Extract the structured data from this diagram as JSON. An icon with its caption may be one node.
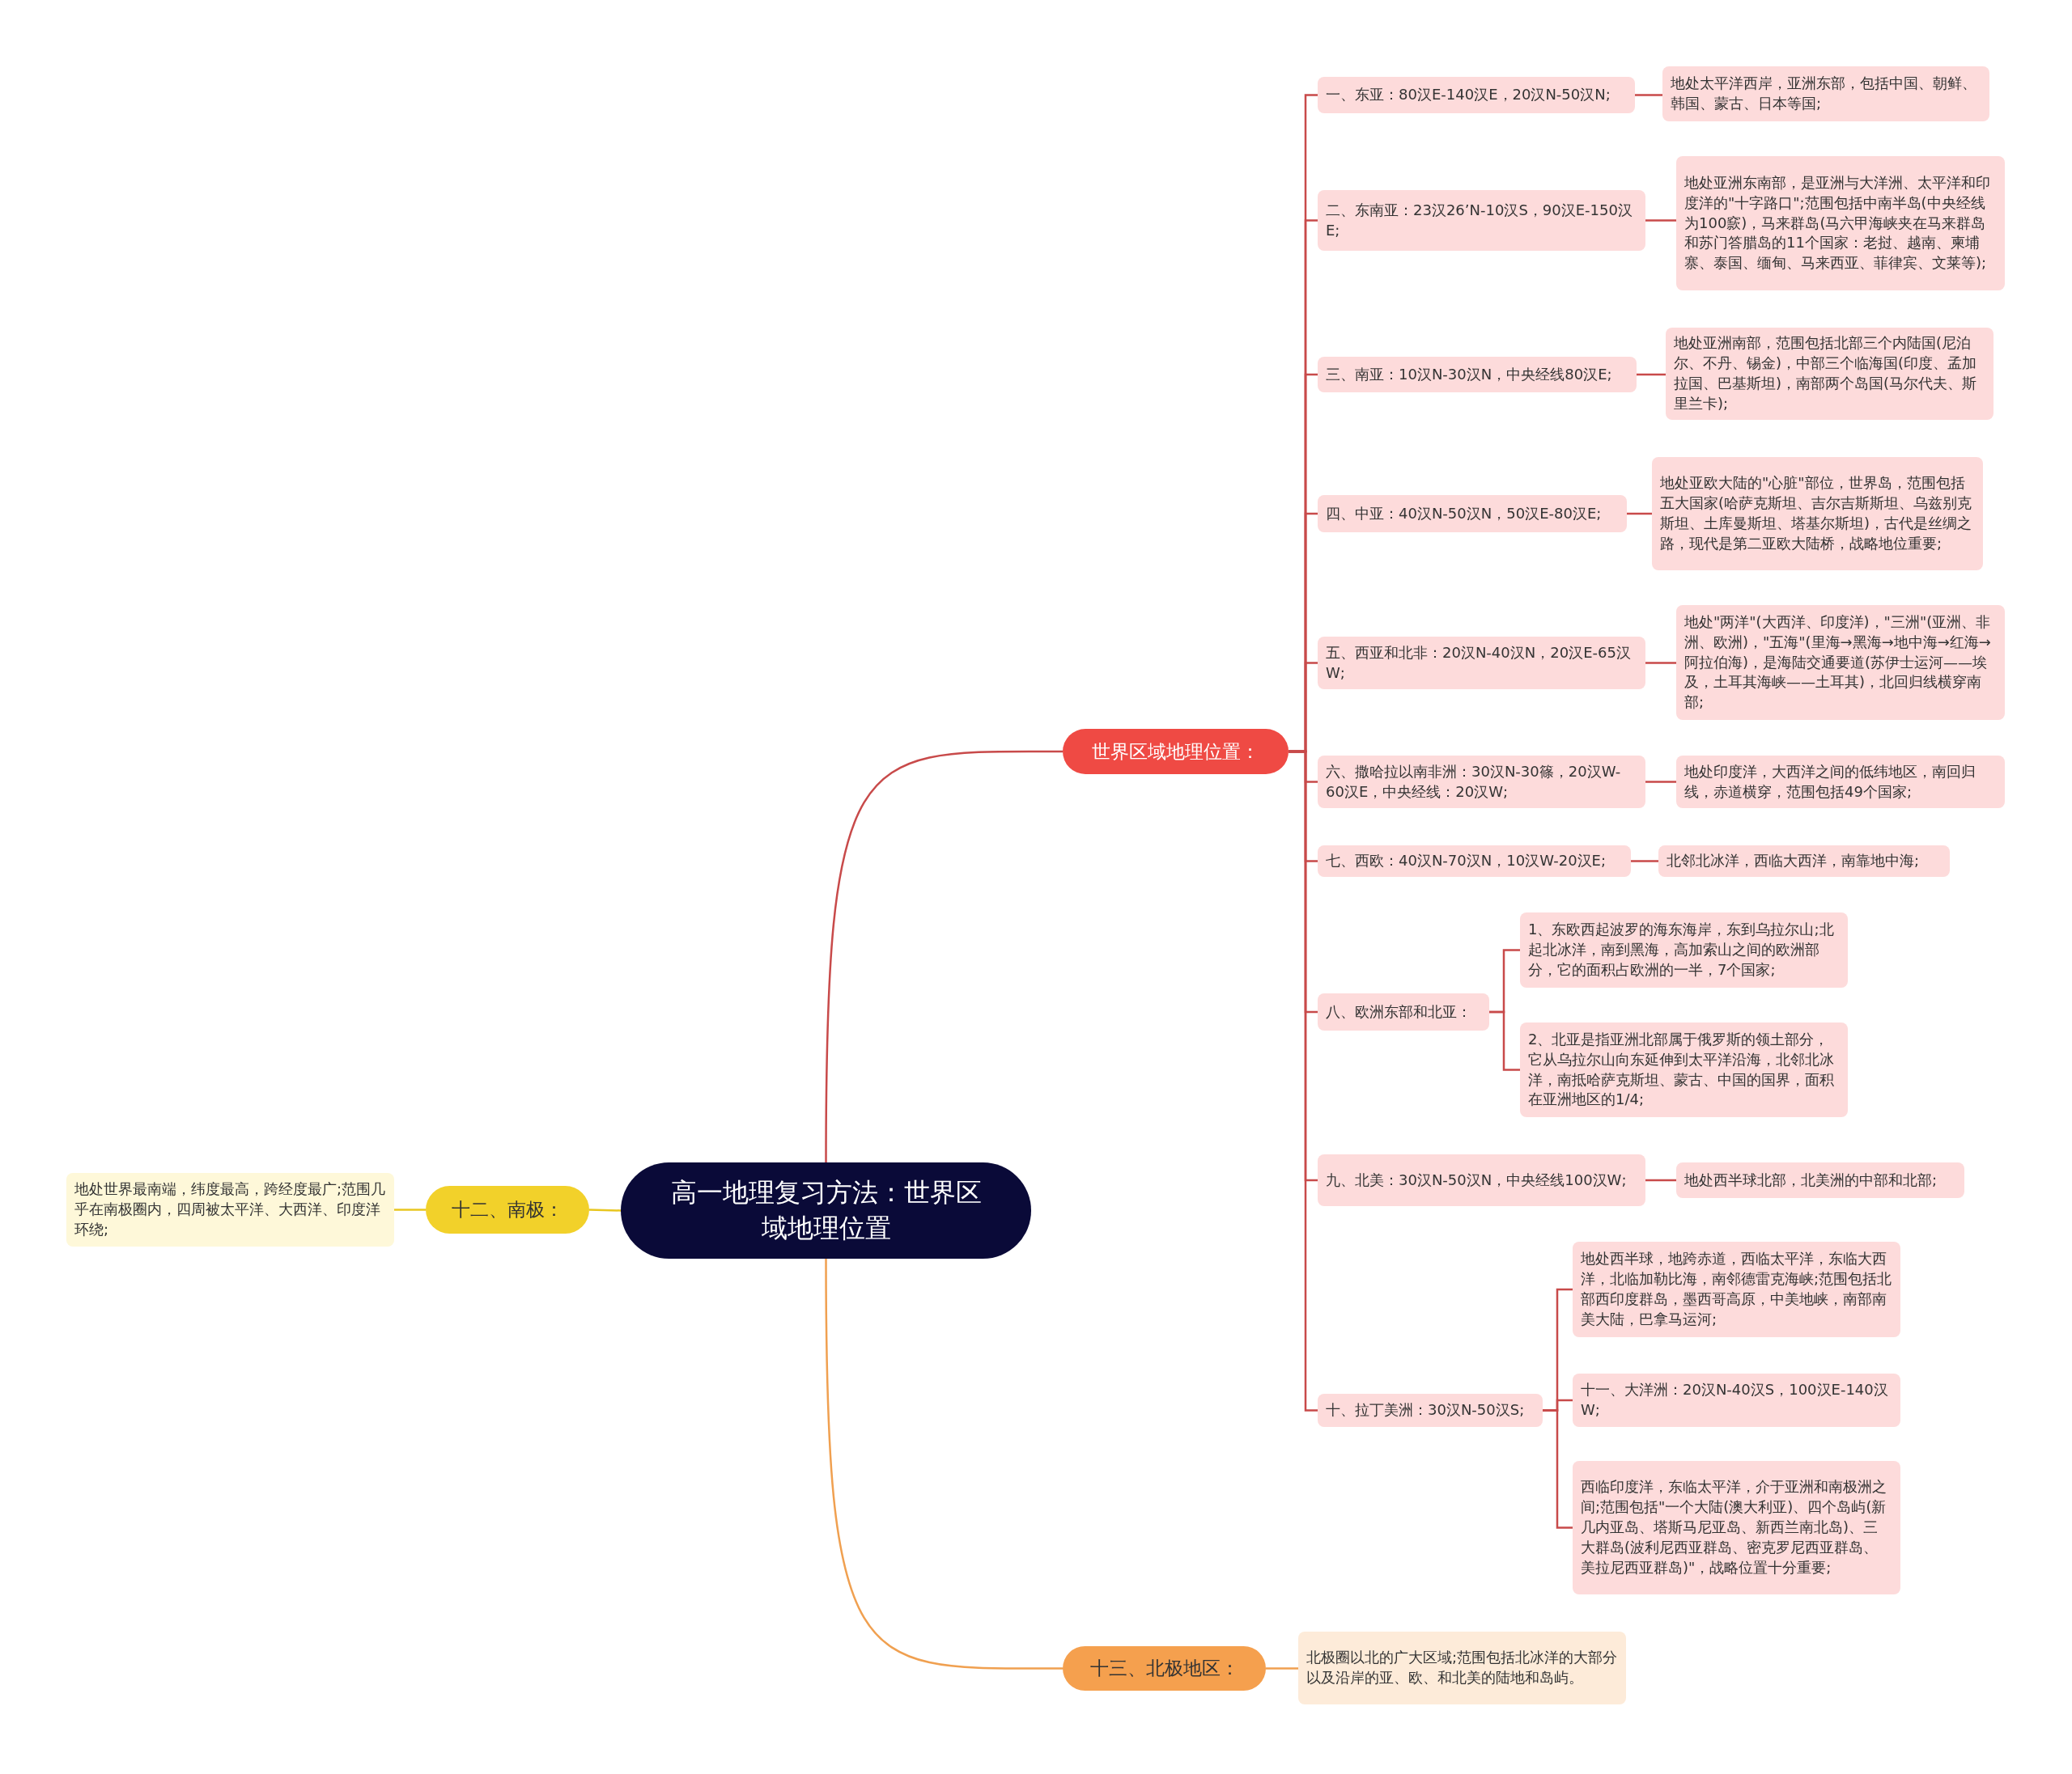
{
  "diagram": {
    "nodes": [
      {
        "text": [
          "高一地理复习方法：世界区域地理位置"
        ]
      },
      {
        "text": [
          "世界区域地理位置："
        ]
      },
      {
        "text": [
          "一、东亚：80汉E-140汉E，20汉N-50汉N;"
        ]
      },
      {
        "text": [
          "地处太平洋西岸，亚洲东部，包括中国、朝鲜、韩国、蒙古、日本等国;"
        ]
      },
      {
        "text": [
          "二、东南亚：23汉26’N-10汉S，90汉E-150汉E;"
        ]
      },
      {
        "text": [
          "地处亚洲东南部，是亚洲与大洋洲、太平洋和印度洋的\"十字路口\";范围包括中南半岛(中央经线为100窾)，马来群岛(马六甲海峡夹在马来群岛和苏门答腊岛的11个国家：老挝、越南、柬埔寨、泰国、缅甸、马来西亚、菲律宾、文莱等);"
        ]
      },
      {
        "text": [
          "三、南亚：10汉N-30汉N，中央经线80汉E;"
        ]
      },
      {
        "text": [
          "地处亚洲南部，范围包括北部三个内陆国(尼泊尔、不丹、锡金)，中部三个临海国(印度、孟加拉国、巴基斯坦)，南部两个岛国(马尔代夫、斯里兰卡);"
        ]
      },
      {
        "text": [
          "四、中亚：40汉N-50汉N，50汉E-80汉E;"
        ]
      },
      {
        "text": [
          "地处亚欧大陆的\"心脏\"部位，世界岛，范围包括五大国家(哈萨克斯坦、吉尔吉斯斯坦、乌兹别克斯坦、土库曼斯坦、塔基尔斯坦)，古代是丝绸之路，现代是第二亚欧大陆桥，战略地位重要;"
        ]
      },
      {
        "text": [
          "五、西亚和北非：20汉N-40汉N，20汉E-65汉W;"
        ]
      },
      {
        "text": [
          "地处\"两洋\"(大西洋、印度洋)，\"三洲\"(亚洲、非洲、欧洲)，\"五海\"(里海→黑海→地中海→红海→阿拉伯海)，是海陆交通要道(苏伊士运河——埃及，土耳其海峡——土耳其)，北回归线横穿南部;"
        ]
      },
      {
        "text": [
          "六、撒哈拉以南非洲：30汉N-30篠，20汉W-60汉E，中央经线：20汉W;"
        ]
      },
      {
        "text": [
          "地处印度洋，大西洋之间的低纬地区，南回归线，赤道横穿，范围包括49个国家;"
        ]
      },
      {
        "text": [
          "七、西欧：40汉N-70汉N，10汉W-20汉E;"
        ]
      },
      {
        "text": [
          "北邻北冰洋，西临大西洋，南靠地中海;"
        ]
      },
      {
        "text": [
          "八、欧洲东部和北亚："
        ]
      },
      {
        "text": [
          "1、东欧西起波罗的海东海岸，东到乌拉尔山;北起北冰洋，南到黑海，高加索山之间的欧洲部分，它的面积占欧洲的一半，7个国家;"
        ]
      },
      {
        "text": [
          "2、北亚是指亚洲北部属于俄罗斯的领土部分，它从乌拉尔山向东延伸到太平洋沿海，北邻北冰洋，南抵哈萨克斯坦、蒙古、中国的国界，面积在亚洲地区的1/4;"
        ]
      },
      {
        "text": [
          "九、北美：30汉N-50汉N，中央经线100汉W;"
        ]
      },
      {
        "text": [
          "地处西半球北部，北美洲的中部和北部;"
        ]
      },
      {
        "text": [
          "十、拉丁美洲：30汉N-50汉S;"
        ]
      },
      {
        "text": [
          "地处西半球，地跨赤道，西临太平洋，东临大西洋，北临加勒比海，南邻德雷克海峡;范围包括北部西印度群岛，墨西哥高原，中美地峡，南部南美大陆，巴拿马运河;"
        ]
      },
      {
        "text": [
          "十一、大洋洲：20汉N-40汉S，100汉E-140汉W;"
        ]
      },
      {
        "text": [
          "西临印度洋，东临太平洋，介于亚洲和南极洲之间;范围包括\"一个大陆(澳大利亚)、四个岛屿(新几内亚岛、塔斯马尼亚岛、新西兰南北岛)、三大群岛(波利尼西亚群岛、密克罗尼西亚群岛、美拉尼西亚群岛)\"，战略位置十分重要;"
        ]
      },
      {
        "text": [
          "十二、南极："
        ]
      },
      {
        "text": [
          "地处世界最南端，纬度最高，跨经度最广;范围几乎在南极圈内，四周被太平洋、大西洋、印度洋环绕;"
        ]
      },
      {
        "text": [
          "十三、北极地区："
        ]
      },
      {
        "text": [
          "北极圈以北的广大区域;范围包括北冰洋的大部分以及沿岸的亚、欧、和北美的陆地和岛屿。"
        ]
      }
    ],
    "edges": [
      {
        "from": 0,
        "to": 1,
        "arrow": "none"
      },
      {
        "from": 1,
        "to": 2,
        "arrow": "none"
      },
      {
        "from": 2,
        "to": 3,
        "arrow": "none"
      },
      {
        "from": 1,
        "to": 4,
        "arrow": "none"
      },
      {
        "from": 4,
        "to": 5,
        "arrow": "none"
      },
      {
        "from": 1,
        "to": 6,
        "arrow": "none"
      },
      {
        "from": 6,
        "to": 7,
        "arrow": "none"
      },
      {
        "from": 1,
        "to": 8,
        "arrow": "none"
      },
      {
        "from": 8,
        "to": 9,
        "arrow": "none"
      },
      {
        "from": 1,
        "to": 10,
        "arrow": "none"
      },
      {
        "from": 10,
        "to": 11,
        "arrow": "none"
      },
      {
        "from": 1,
        "to": 12,
        "arrow": "none"
      },
      {
        "from": 12,
        "to": 13,
        "arrow": "none"
      },
      {
        "from": 1,
        "to": 14,
        "arrow": "none"
      },
      {
        "from": 14,
        "to": 15,
        "arrow": "none"
      },
      {
        "from": 1,
        "to": 16,
        "arrow": "none"
      },
      {
        "from": 16,
        "to": 17,
        "arrow": "none"
      },
      {
        "from": 16,
        "to": 18,
        "arrow": "none"
      },
      {
        "from": 1,
        "to": 19,
        "arrow": "none"
      },
      {
        "from": 19,
        "to": 20,
        "arrow": "none"
      },
      {
        "from": 1,
        "to": 21,
        "arrow": "none"
      },
      {
        "from": 21,
        "to": 22,
        "arrow": "none"
      },
      {
        "from": 21,
        "to": 23,
        "arrow": "none"
      },
      {
        "from": 21,
        "to": 24,
        "arrow": "none"
      },
      {
        "from": 0,
        "to": 25,
        "arrow": "none",
        "color": "#e8c620"
      },
      {
        "from": 25,
        "to": 26,
        "arrow": "none",
        "color": "#e8c620"
      },
      {
        "from": 0,
        "to": 27,
        "arrow": "none",
        "color": "#f0a050"
      },
      {
        "from": 27,
        "to": 28,
        "arrow": "none",
        "color": "#f0a050"
      }
    ]
  }
}
